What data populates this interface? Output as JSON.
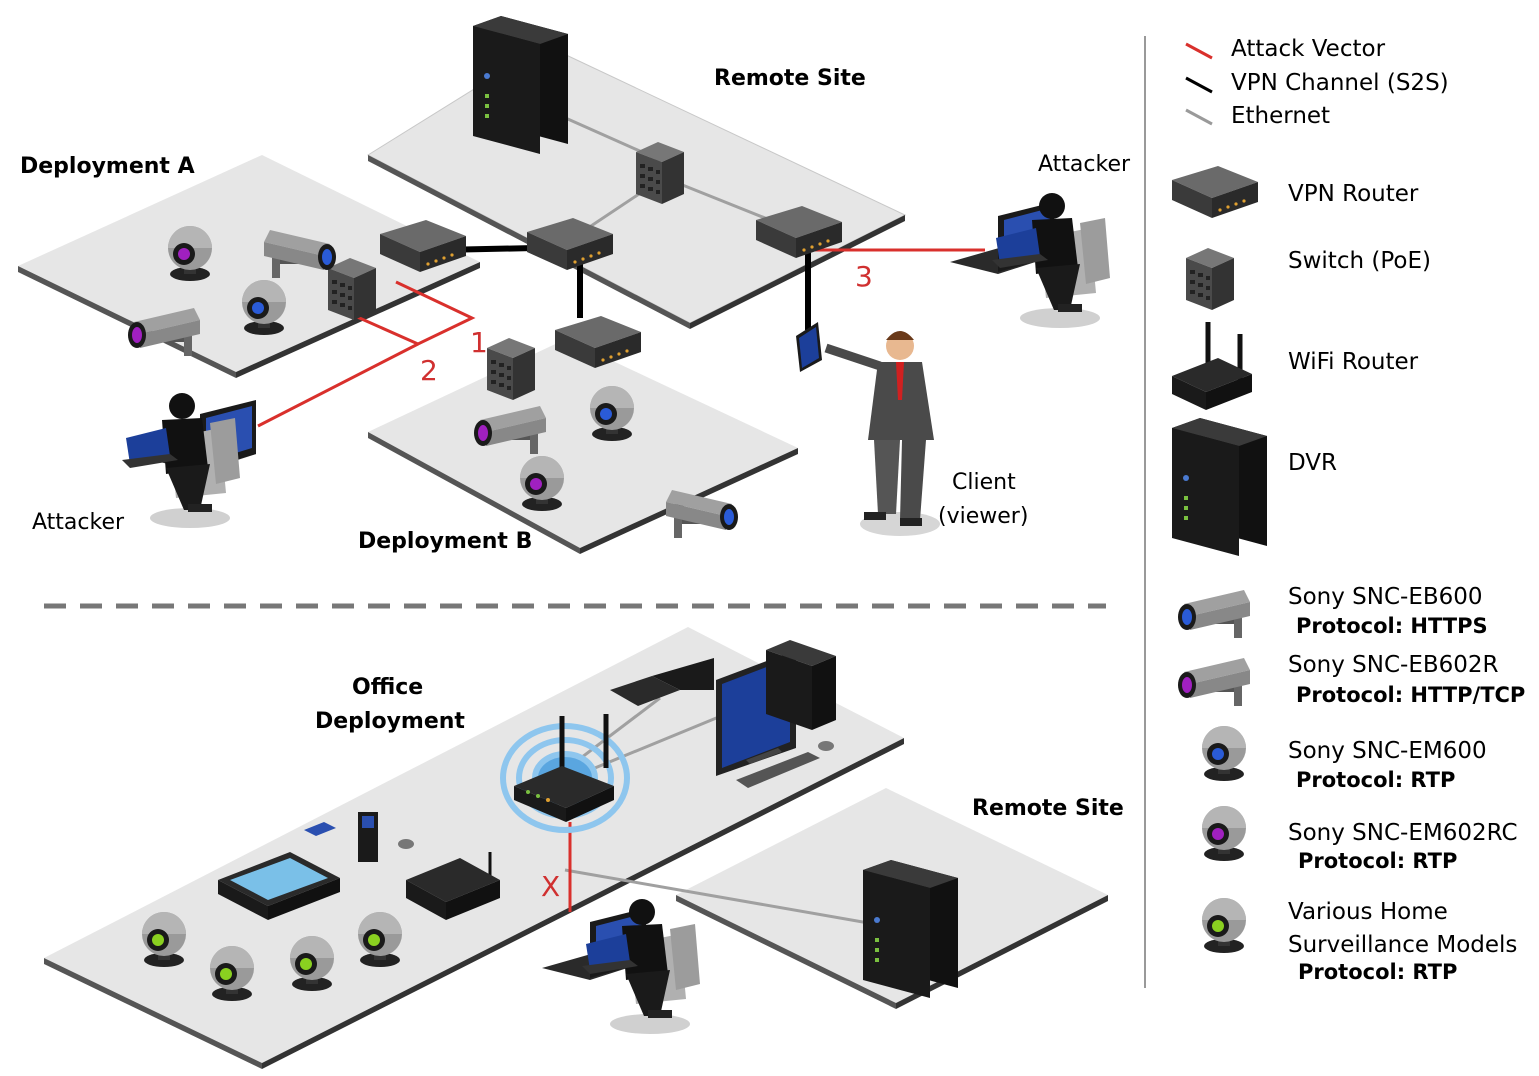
{
  "colors": {
    "attack": "#d9302c",
    "vpn": "#000000",
    "ethernet": "#9a9a9a",
    "platform": "#e6e6e6",
    "lens_blue": "#2a5bd7",
    "lens_purple": "#a020c0",
    "lens_green": "#8ad020"
  },
  "labels": {
    "remote_site_top": "Remote Site",
    "deployment_a": "Deployment A",
    "deployment_b": "Deployment B",
    "attacker_left": "Attacker",
    "attacker_right": "Attacker",
    "client_line1": "Client",
    "client_line2": "(viewer)",
    "office_line1": "Office",
    "office_line2": "Deployment",
    "remote_site_bottom": "Remote Site"
  },
  "attack_markers": {
    "one": "1",
    "two": "2",
    "three": "3",
    "blocked": "X"
  },
  "legend": {
    "lines": [
      {
        "label": "Attack Vector",
        "color": "#d9302c"
      },
      {
        "label": "VPN Channel (S2S)",
        "color": "#000000"
      },
      {
        "label": "Ethernet",
        "color": "#9a9a9a"
      }
    ],
    "devices": [
      {
        "label": "VPN Router",
        "icon": "vpn-router-icon"
      },
      {
        "label": "Switch (PoE)",
        "icon": "switch-icon"
      },
      {
        "label": "WiFi Router",
        "icon": "wifi-router-icon"
      },
      {
        "label": "DVR",
        "icon": "dvr-icon"
      }
    ],
    "cameras": [
      {
        "model": "Sony SNC-EB600",
        "protocol": "Protocol: HTTPS",
        "icon": "bullet-camera-blue-icon"
      },
      {
        "model": "Sony SNC-EB602R",
        "protocol": "Protocol: HTTP/TCP",
        "icon": "bullet-camera-purple-icon"
      },
      {
        "model": "Sony SNC-EM600",
        "protocol": "Protocol: RTP",
        "icon": "dome-camera-blue-icon"
      },
      {
        "model": "Sony SNC-EM602RC",
        "protocol": "Protocol: RTP",
        "icon": "dome-camera-purple-icon"
      },
      {
        "model_line1": "Various Home",
        "model_line2": "Surveillance Models",
        "protocol": "Protocol: RTP",
        "icon": "dome-camera-green-icon"
      }
    ]
  }
}
